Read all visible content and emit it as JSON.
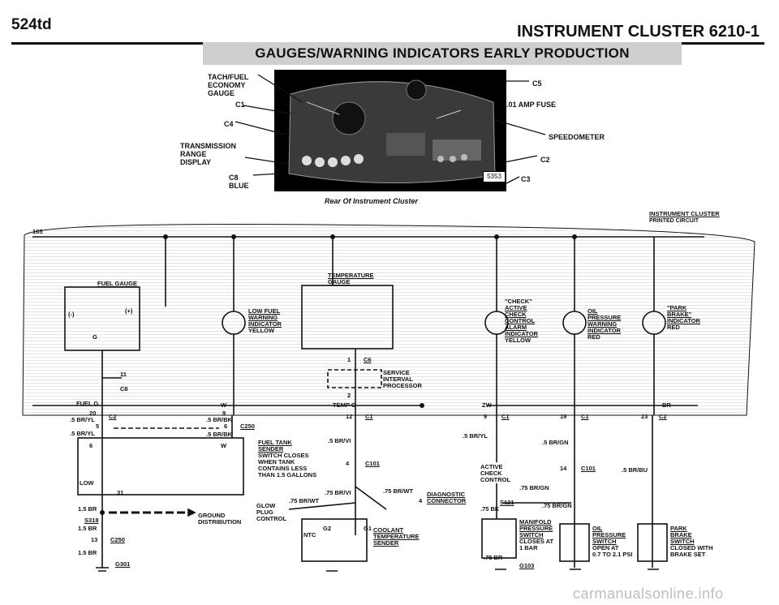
{
  "header": {
    "left": "524td",
    "right": "INSTRUMENT CLUSTER  6210-1"
  },
  "banner": "GAUGES/WARNING INDICATORS EARLY PRODUCTION",
  "photo": {
    "caption": "Rear Of Instrument Cluster",
    "box_number": "5353",
    "left_labels": [
      "TACH/FUEL",
      "ECONOMY",
      "GAUGE",
      "C1",
      "C4",
      "TRANSMISSION",
      "RANGE",
      "DISPLAY",
      "C8",
      "BLUE"
    ],
    "right_labels": [
      "C5",
      ".01 AMP FUSE",
      "SPEEDOMETER",
      "C2",
      "C3"
    ]
  },
  "cluster_title": [
    "INSTRUMENT CLUSTER",
    "PRINTED CIRCUIT"
  ],
  "wires": {
    "w165": "165",
    "fuel_gauge": "FUEL GAUGE",
    "minus": "(-)",
    "plus": "(+)",
    "g": "G",
    "n11": "11",
    "c8": "C8",
    "fuel_g": "FUEL G",
    "n20": "20",
    "c2": "C2",
    "n5": "5",
    "br_yl": ".5 BR/YL",
    "br_yl2": ".5 BR/YL",
    "n6": "6",
    "low": "LOW",
    "n31": "31",
    "br15": "1.5 BR",
    "s318": "S318",
    "br15b": "1.5 BR",
    "n13": "13",
    "c250": "C250",
    "br15c": "1.5 BR",
    "g301": "G301",
    "ground_dist": [
      "GROUND",
      "DISTRIBUTION"
    ],
    "low_fuel": [
      "LOW FUEL",
      "WARNING",
      "INDICATOR",
      "YELLOW"
    ],
    "w_label": "W",
    "n9": "9",
    "br_bk": ".5 BR/BK",
    "n6b": "6",
    "c250b": "C250",
    "br_bk2": ".5 BR/BK",
    "w2": "W",
    "fuel_tank": [
      "FUEL TANK",
      "SENDER",
      "SWITCH CLOSES",
      "WHEN TANK",
      "CONTAINS LESS",
      "THAN 1.5 GALLONS"
    ],
    "temp_gauge": [
      "TEMPERATURE",
      "GAUGE"
    ],
    "c6": "C6",
    "n1": "1",
    "service": [
      "SERVICE",
      "INTERVAL",
      "PROCESSOR"
    ],
    "n2": "2",
    "temp_g": "TEMP G",
    "n12": "12",
    "c1": "C1",
    "br_vi": ".5 BR/VI",
    "n4": "4",
    "c101": "C101",
    "br_vi2": ".75 BR/VI",
    "br_wt": ".75 BR/WT",
    "br_wt2": ".75 BR/WT",
    "diag": [
      "DIAGNOSTIC",
      "CONNECTOR"
    ],
    "n4b": "4",
    "glow": [
      "GLOW",
      "PLUG",
      "CONTROL"
    ],
    "ntc": "NTC",
    "g2": "G2",
    "g1": "G1",
    "coolant": [
      "COOLANT",
      "TEMPERATURE",
      "SENDER"
    ],
    "check": [
      "\"CHECK\"",
      "ACTIVE",
      "CHECK",
      "CONTROL",
      "ALARM",
      "INDICATOR",
      "YELLOW"
    ],
    "zw": "ZW",
    "n9b": "9",
    "c1b": "C1",
    "br_yl3": ".5 BR/YL",
    "active": [
      "ACTIVE",
      "CHECK",
      "CONTROL"
    ],
    "br_gn1": ".75 BR/GN",
    "s121": "S121",
    "bk75": ".75 BK",
    "br_gn2": ".75 BR/GN",
    "manifold": [
      "MANIFOLD",
      "PRESSURE",
      "SWITCH",
      "CLOSES AT",
      "1 BAR"
    ],
    "bk75b": ".75 BR",
    "g103": "G103",
    "oil": [
      "OIL",
      "PRESSURE",
      "WARNING",
      "INDICATOR",
      "RED"
    ],
    "n19": "19",
    "c1c": "C1",
    "br_gn3": ".5 BR/GN",
    "n14": "14",
    "c101b": "C101",
    "oil_sw": [
      "OIL",
      "PRESSURE",
      "SWITCH",
      "OPEN AT",
      "0.7 TO 2.1 PSI"
    ],
    "park": [
      "\"PARK",
      "BRAKE\"",
      "INDICATOR",
      "RED"
    ],
    "br": "BR",
    "n23": "23",
    "c2b": "C2",
    "br_bu": ".5 BR/BU",
    "park_sw": [
      "PARK",
      "BRAKE",
      "SWITCH",
      "CLOSED WITH",
      "BRAKE SET"
    ]
  },
  "watermark": "carmanualsonline.info"
}
